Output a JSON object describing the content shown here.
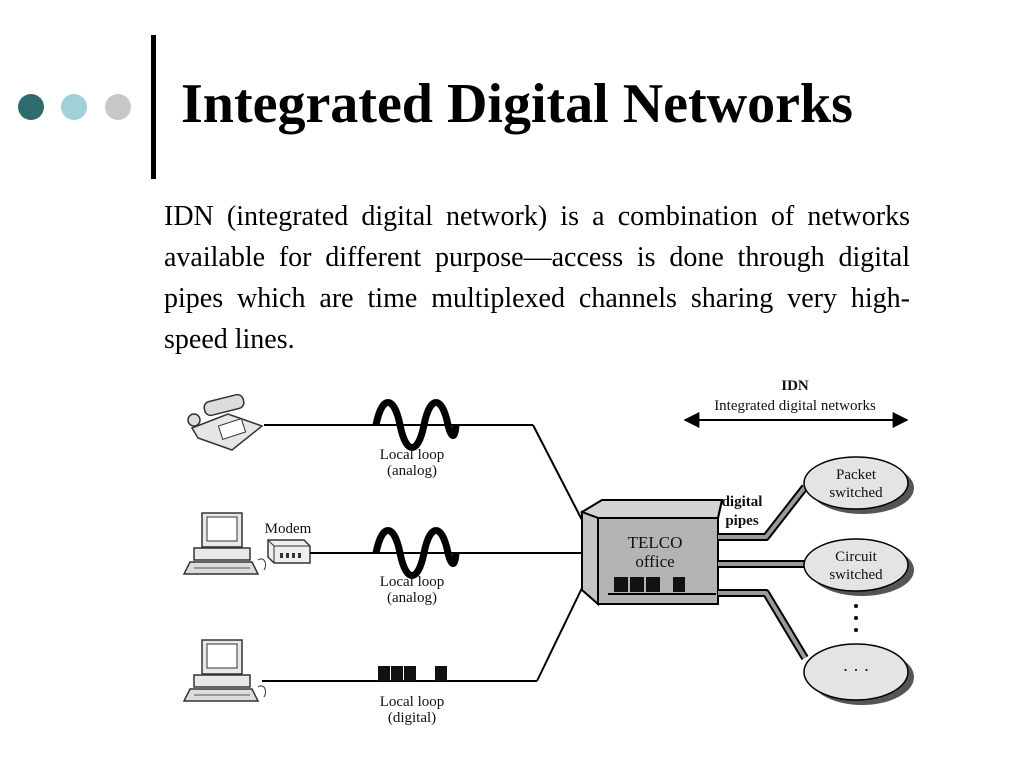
{
  "colors": {
    "dot1": "#2f6a6e",
    "dot2": "#9fd1d6",
    "dot3": "#c8c8c8"
  },
  "slide": {
    "title": "Integrated Digital Networks",
    "body": "IDN (integrated digital network) is a combination of networks available for different purpose—access is done through digital pipes which are time multiplexed channels sharing very high-speed lines."
  },
  "figure": {
    "idn_abbr": "IDN",
    "idn_full": "Integrated digital networks",
    "modem_label": "Modem",
    "loop1_label": [
      "Local loop",
      "(analog)"
    ],
    "loop2_label": [
      "Local loop",
      "(analog)"
    ],
    "loop3_label": [
      "Local loop",
      "(digital)"
    ],
    "pipes_label": [
      "digital",
      "pipes"
    ],
    "telco_label": [
      "TELCO",
      "office"
    ],
    "net1_label": [
      "Packet",
      "switched"
    ],
    "net2_label": [
      "Circuit",
      "switched"
    ],
    "net3_label": "· · ·"
  }
}
